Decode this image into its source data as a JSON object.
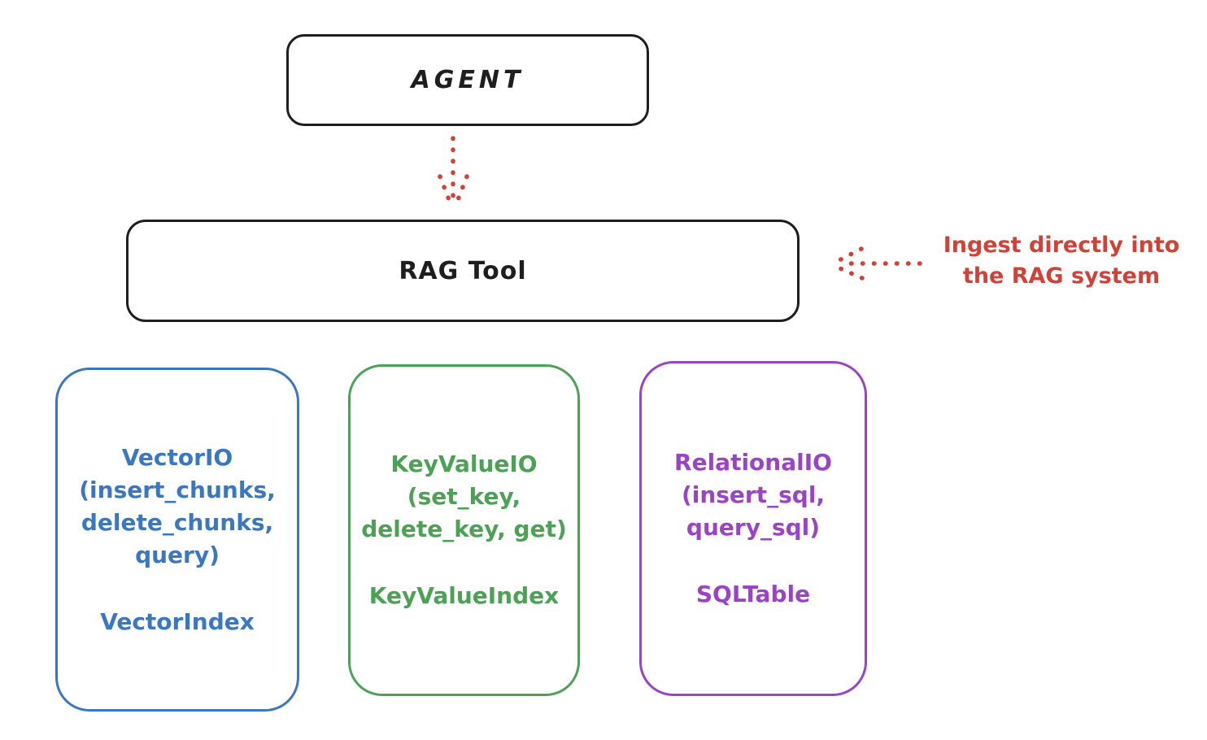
{
  "diagram": {
    "agent": {
      "label": "AGENT"
    },
    "rag_tool": {
      "label": "RAG Tool"
    },
    "annotation": {
      "line1": "Ingest directly into",
      "line2": "the RAG system"
    },
    "backends": [
      {
        "name": "VectorIO",
        "lines": [
          "VectorIO",
          "(insert_chunks,",
          "delete_chunks,",
          "query)"
        ],
        "index_label": "VectorIndex",
        "color": "#3a77c2"
      },
      {
        "name": "KeyValueIO",
        "lines": [
          "KeyValueIO",
          "(set_key,",
          "delete_key, get)"
        ],
        "index_label": "KeyValueIndex",
        "color": "#4ba254"
      },
      {
        "name": "RelationalIO",
        "lines": [
          "RelationalIO",
          "(insert_sql,",
          "query_sql)"
        ],
        "index_label": "SQLTable",
        "color": "#9b43c6"
      }
    ],
    "colors": {
      "stroke": "#1e1e1e",
      "arrow_red": "#d04238",
      "blue": "#3a77c2",
      "green": "#4ba254",
      "purple": "#9b43c6"
    }
  }
}
